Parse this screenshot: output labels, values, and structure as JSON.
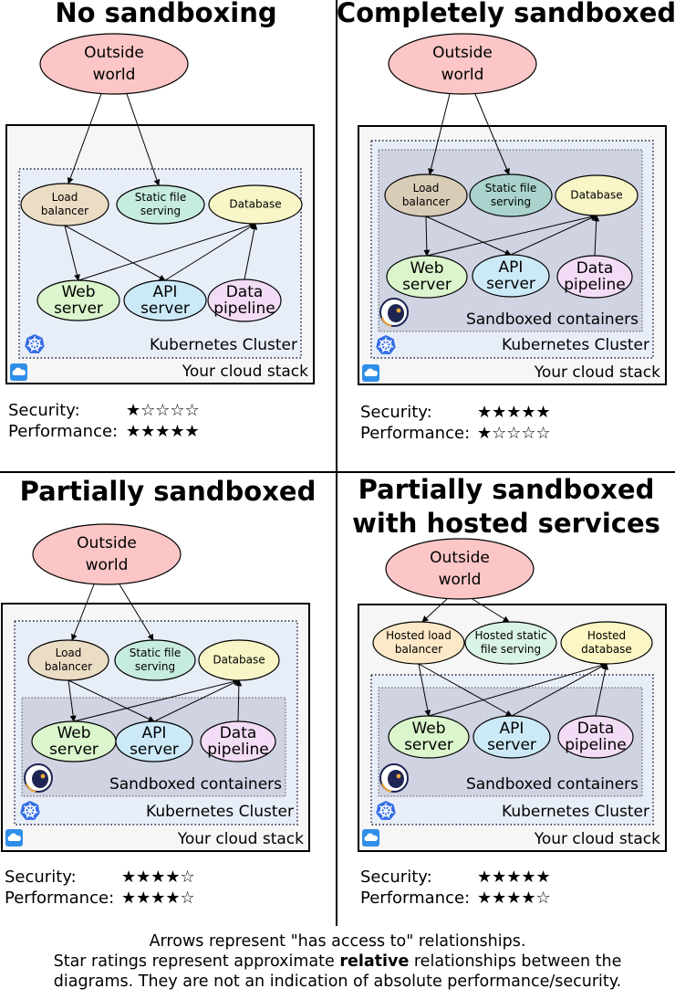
{
  "quadrants": [
    {
      "title_lines": [
        "No sandboxing"
      ],
      "outside_world": [
        "Outside",
        "world"
      ],
      "nodes": {
        "load_balancer": [
          "Load",
          "balancer"
        ],
        "static_files": [
          "Static file",
          "serving"
        ],
        "database": [
          "Database"
        ],
        "web_server": [
          "Web",
          "server"
        ],
        "api_server": [
          "API",
          "server"
        ],
        "data_pipeline": [
          "Data",
          "pipeline"
        ]
      },
      "sandbox_label": "",
      "cluster_label": "Kubernetes Cluster",
      "cloud_label": "Your cloud stack",
      "security_label": "Security:",
      "security_stars": "★☆☆☆☆",
      "performance_label": "Performance:",
      "performance_stars": "★★★★★"
    },
    {
      "title_lines": [
        "Completely sandboxed"
      ],
      "outside_world": [
        "Outside",
        "world"
      ],
      "nodes": {
        "load_balancer": [
          "Load",
          "balancer"
        ],
        "static_files": [
          "Static file",
          "serving"
        ],
        "database": [
          "Database"
        ],
        "web_server": [
          "Web",
          "server"
        ],
        "api_server": [
          "API",
          "server"
        ],
        "data_pipeline": [
          "Data",
          "pipeline"
        ]
      },
      "sandbox_label": "Sandboxed containers",
      "cluster_label": "Kubernetes Cluster",
      "cloud_label": "Your cloud stack",
      "security_label": "Security:",
      "security_stars": "★★★★★",
      "performance_label": "Performance:",
      "performance_stars": "★☆☆☆☆"
    },
    {
      "title_lines": [
        "Partially sandboxed"
      ],
      "outside_world": [
        "Outside",
        "world"
      ],
      "nodes": {
        "load_balancer": [
          "Load",
          "balancer"
        ],
        "static_files": [
          "Static file",
          "serving"
        ],
        "database": [
          "Database"
        ],
        "web_server": [
          "Web",
          "server"
        ],
        "api_server": [
          "API",
          "server"
        ],
        "data_pipeline": [
          "Data",
          "pipeline"
        ]
      },
      "sandbox_label": "Sandboxed containers",
      "cluster_label": "Kubernetes Cluster",
      "cloud_label": "Your cloud stack",
      "security_label": "Security:",
      "security_stars": "★★★★☆",
      "performance_label": "Performance:",
      "performance_stars": "★★★★☆"
    },
    {
      "title_lines": [
        "Partially sandboxed",
        "with hosted services"
      ],
      "outside_world": [
        "Outside",
        "world"
      ],
      "nodes": {
        "load_balancer": [
          "Hosted load",
          "balancer"
        ],
        "static_files": [
          "Hosted static",
          "file serving"
        ],
        "database": [
          "Hosted",
          "database"
        ],
        "web_server": [
          "Web",
          "server"
        ],
        "api_server": [
          "API",
          "server"
        ],
        "data_pipeline": [
          "Data",
          "pipeline"
        ]
      },
      "sandbox_label": "Sandboxed containers",
      "cluster_label": "Kubernetes Cluster",
      "cloud_label": "Your cloud stack",
      "security_label": "Security:",
      "security_stars": "★★★★★",
      "performance_label": "Performance:",
      "performance_stars": "★★★★☆"
    }
  ],
  "footer": {
    "line1": "Arrows represent \"has access to\" relationships.",
    "line2_prefix": "Star ratings represent approximate ",
    "line2_bold": "relative",
    "line2_suffix": " relationships between the",
    "line3": "diagrams. They are not an indication of absolute performance/security."
  },
  "colors": {
    "outside_world": "#fcc6c6",
    "load_balancer": "#ebdcc4",
    "static_files": "#c6ebdf",
    "database": "#f8f5c6",
    "web_server": "#dbf5cc",
    "api_server": "#cce9f8",
    "data_pipeline": "#f3dcf5",
    "hosted_load_balancer": "#fde8c7",
    "hosted_static_files": "#d9f3e4",
    "hosted_database": "#fbf6c3",
    "cluster_bg": "#e8eef8",
    "sandbox_bg": "#cfd3e2",
    "cloud_bg": "#f6f6f6",
    "kubernetes_blue": "#326ce5",
    "cloud_icon_blue": "#2f8fe8"
  },
  "icons": [
    "kubernetes-icon",
    "cloud-icon",
    "gvisor-astronaut-icon",
    "star-filled-icon",
    "star-empty-icon"
  ]
}
